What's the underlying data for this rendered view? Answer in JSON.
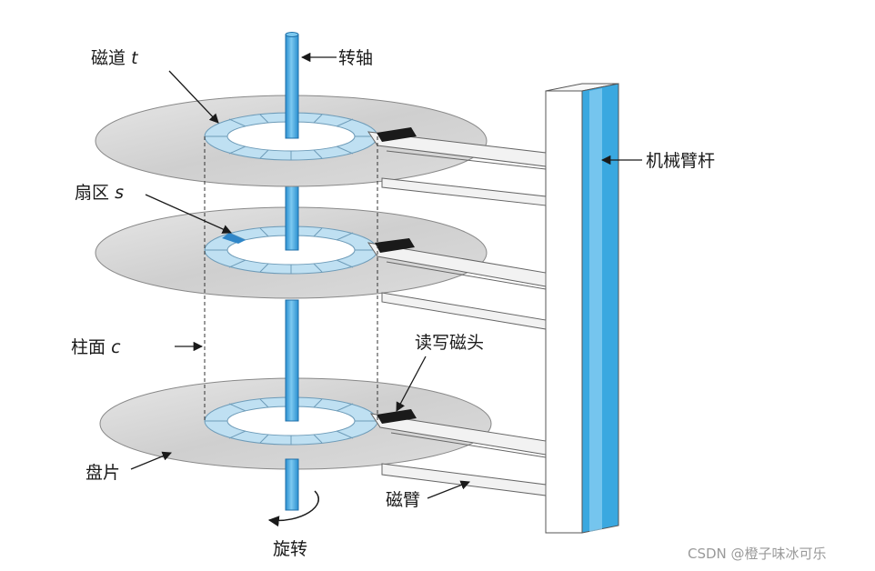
{
  "labels": {
    "track": "磁道",
    "track_var": "t",
    "spindle": "转轴",
    "actuator_arm": "机械臂杆",
    "sector": "扇区",
    "sector_var": "s",
    "cylinder": "柱面",
    "cylinder_var": "c",
    "head": "读写磁头",
    "platter": "盘片",
    "arm": "磁臂",
    "rotation": "旋转"
  },
  "watermark": "CSDN @橙子味冰可乐",
  "colors": {
    "spindle_blue": "#3aa8e0",
    "platter_gray": "#d4d4d4",
    "track_ring": "#bfe0f2",
    "sector_highlight": "#2f86c8",
    "head_black": "#1a1a1a"
  },
  "platters": [
    {
      "name": "top"
    },
    {
      "name": "middle"
    },
    {
      "name": "bottom"
    }
  ]
}
